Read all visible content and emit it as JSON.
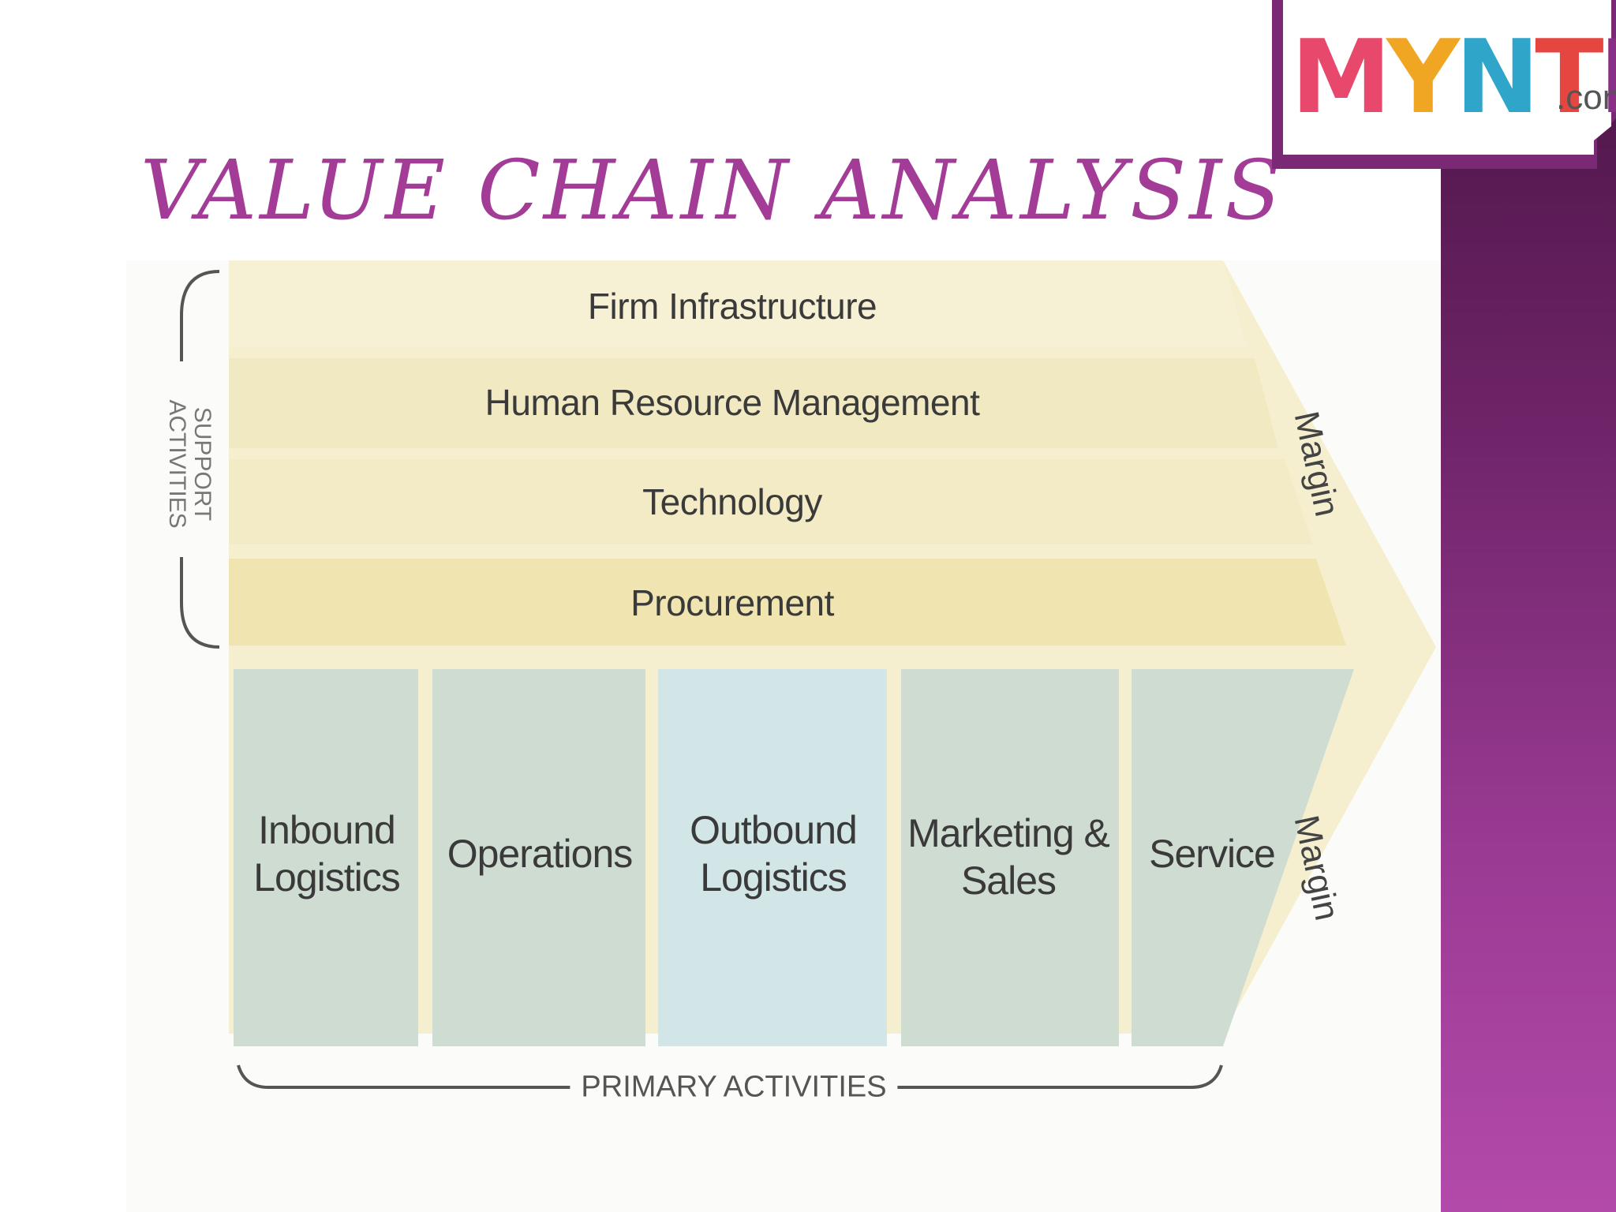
{
  "slide": {
    "title": "VALUE CHAIN ANALYSIS",
    "title_color": "#a23c97",
    "side_panel_color": "#7a2a74"
  },
  "logo": {
    "brand": "MYNTRA",
    "suffix": ".com"
  },
  "diagram": {
    "support_caption": "SUPPORT\nACTIVITIES",
    "primary_caption": "PRIMARY ACTIVITIES",
    "support_activities": [
      "Firm Infrastructure",
      "Human Resource Management",
      "Technology",
      "Procurement"
    ],
    "primary_activities": [
      "Inbound\nLogistics",
      "Operations",
      "Outbound\nLogistics",
      "Marketing &\nSales",
      "Service"
    ],
    "margin_labels": [
      "Margin",
      "Margin"
    ],
    "colors": {
      "support_band": "#f3ebc2",
      "primary_block": "#cfdcd2",
      "primary_highlight": "#d2e6e8",
      "margin_arrow": "#f6efcf"
    }
  }
}
